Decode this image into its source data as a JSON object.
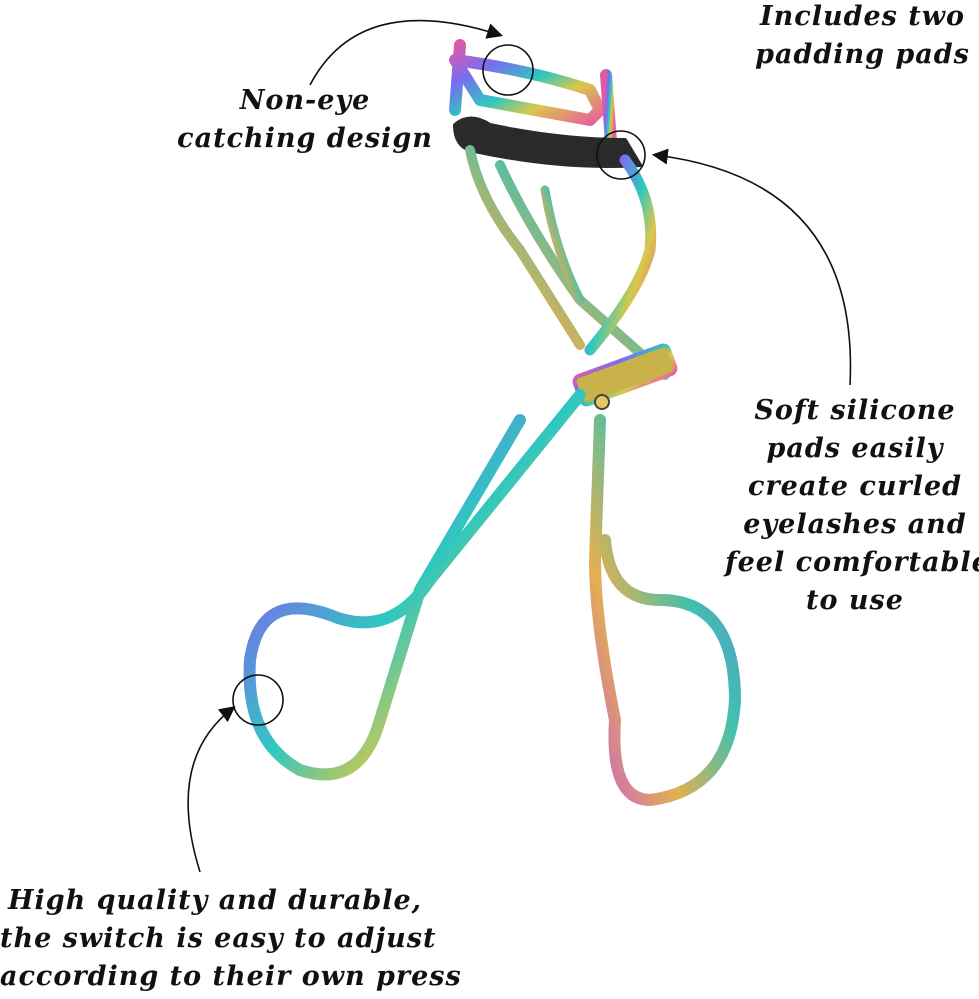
{
  "callouts": {
    "pads": {
      "lines": [
        "Includes two",
        "padding pads"
      ]
    },
    "design": {
      "lines": [
        "Non-eye",
        "catching design"
      ]
    },
    "silicone": {
      "lines": [
        "Soft silicone",
        "pads easily",
        "create curled",
        "eyelashes and",
        "feel comfortable",
        "to use"
      ]
    },
    "quality": {
      "lines": [
        "High quality and durable,",
        "the switch is easy to adjust",
        "according to their own press"
      ]
    }
  },
  "colors": {
    "text": "#111111",
    "pad": "#2a2a2a",
    "rainbow": [
      "#e05aa8",
      "#7a6cf0",
      "#2fc7c0",
      "#d8c84a",
      "#e8609c"
    ]
  }
}
